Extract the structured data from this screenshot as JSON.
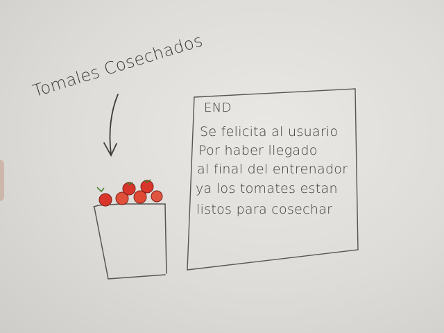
{
  "caption": "Tomales Cosechados",
  "note": {
    "title": "END",
    "lines": [
      "Se felicita al usuario",
      "Por haber llegado",
      "al final del entrenador",
      "ya los tomates estan",
      "listos para cosechar"
    ]
  },
  "colors": {
    "ink": "#3a3a3a",
    "tomato": "#d8362b",
    "stem": "#3f7a2a",
    "paper": "#e6e4e0"
  },
  "icons": {
    "arrow": "down-arrow-icon",
    "basket": "basket-icon",
    "tomatoes": "tomato-icon"
  }
}
